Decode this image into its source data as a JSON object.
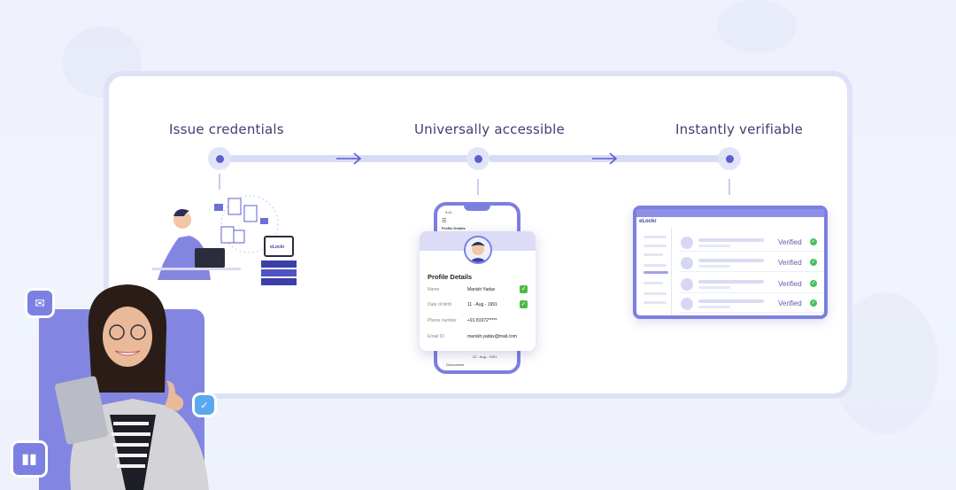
{
  "steps": [
    {
      "title": "Issue credentials"
    },
    {
      "title": "Universally accessible"
    },
    {
      "title": "Instantly verifiable"
    }
  ],
  "laptop_brand": "eLockr",
  "phone": {
    "status_time": "9:41",
    "header": "Profile Details",
    "card_title": "Profile Details",
    "fields": [
      {
        "label": "Name",
        "value": "Manish Yadav",
        "verified": true
      },
      {
        "label": "Date of birth",
        "value": "11 - Aug - 1991",
        "verified": true
      },
      {
        "label": "Phone number",
        "value": "+91 81972*****",
        "verified": false
      },
      {
        "label": "Email ID",
        "value": "manish.yadav@mail.com",
        "verified": false
      }
    ],
    "footer_value": "22 - Aug - 1991",
    "footer_label": "Documents"
  },
  "dashboard": {
    "brand": "eLockr",
    "rows": [
      {
        "status": "Verified"
      },
      {
        "status": "Verified"
      },
      {
        "status": "Verified"
      },
      {
        "status": "Verified"
      }
    ]
  },
  "icons": [
    "mail-icon",
    "check-badge-icon",
    "bar-chart-icon"
  ],
  "colors": {
    "accent": "#5b5fd0",
    "panel": "#8386e0",
    "verified": "#48c160",
    "title_text": "#3e3f72"
  }
}
